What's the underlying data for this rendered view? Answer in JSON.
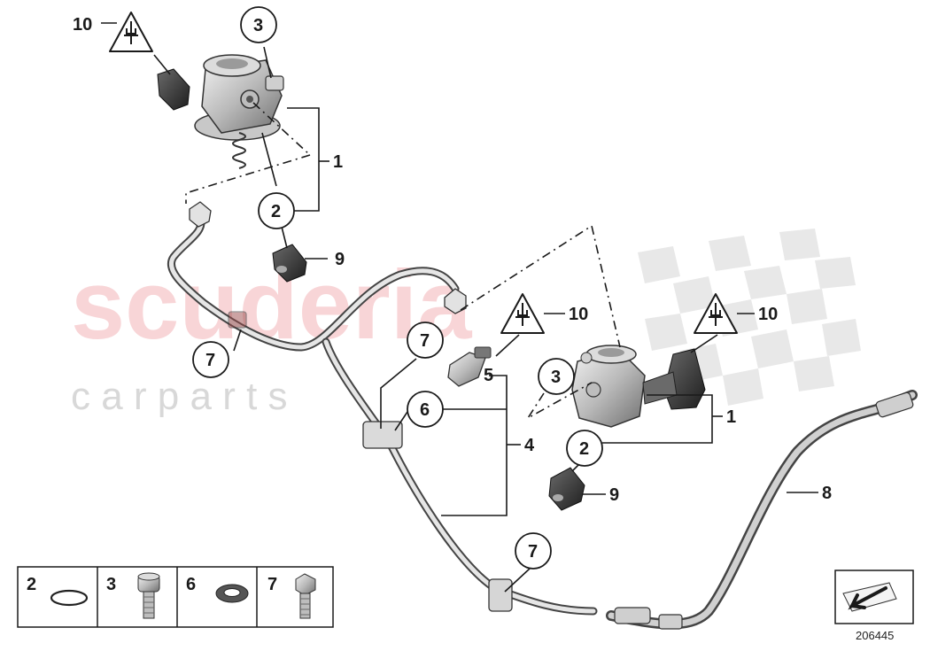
{
  "watermark": {
    "main": "scuderia",
    "sub": "c a r   p a r t s"
  },
  "callouts": [
    {
      "id": "c10a",
      "label": "10"
    },
    {
      "id": "c3a",
      "label": "3"
    },
    {
      "id": "c1a",
      "label": "1"
    },
    {
      "id": "c2a",
      "label": "2"
    },
    {
      "id": "c9a",
      "label": "9"
    },
    {
      "id": "c7a",
      "label": "7"
    },
    {
      "id": "c10b",
      "label": "10"
    },
    {
      "id": "c10c",
      "label": "10"
    },
    {
      "id": "c7b",
      "label": "7"
    },
    {
      "id": "c5",
      "label": "5"
    },
    {
      "id": "c3b",
      "label": "3"
    },
    {
      "id": "c6",
      "label": "6"
    },
    {
      "id": "c1b",
      "label": "1"
    },
    {
      "id": "c4",
      "label": "4"
    },
    {
      "id": "c2b",
      "label": "2"
    },
    {
      "id": "c9b",
      "label": "9"
    },
    {
      "id": "c8",
      "label": "8"
    },
    {
      "id": "c7c",
      "label": "7"
    }
  ],
  "legend": [
    {
      "label": "2",
      "part": "o-ring"
    },
    {
      "label": "3",
      "part": "socket-bolt"
    },
    {
      "label": "6",
      "part": "gasket-ring"
    },
    {
      "label": "7",
      "part": "hex-bolt"
    }
  ],
  "diagram_code": "206445",
  "colors": {
    "line": "#1a1a1a",
    "part_dark": "#3a3a3a",
    "part_mid": "#8a8a8a",
    "part_light": "#d4d4d4",
    "watermark": "#f3b4b8"
  }
}
